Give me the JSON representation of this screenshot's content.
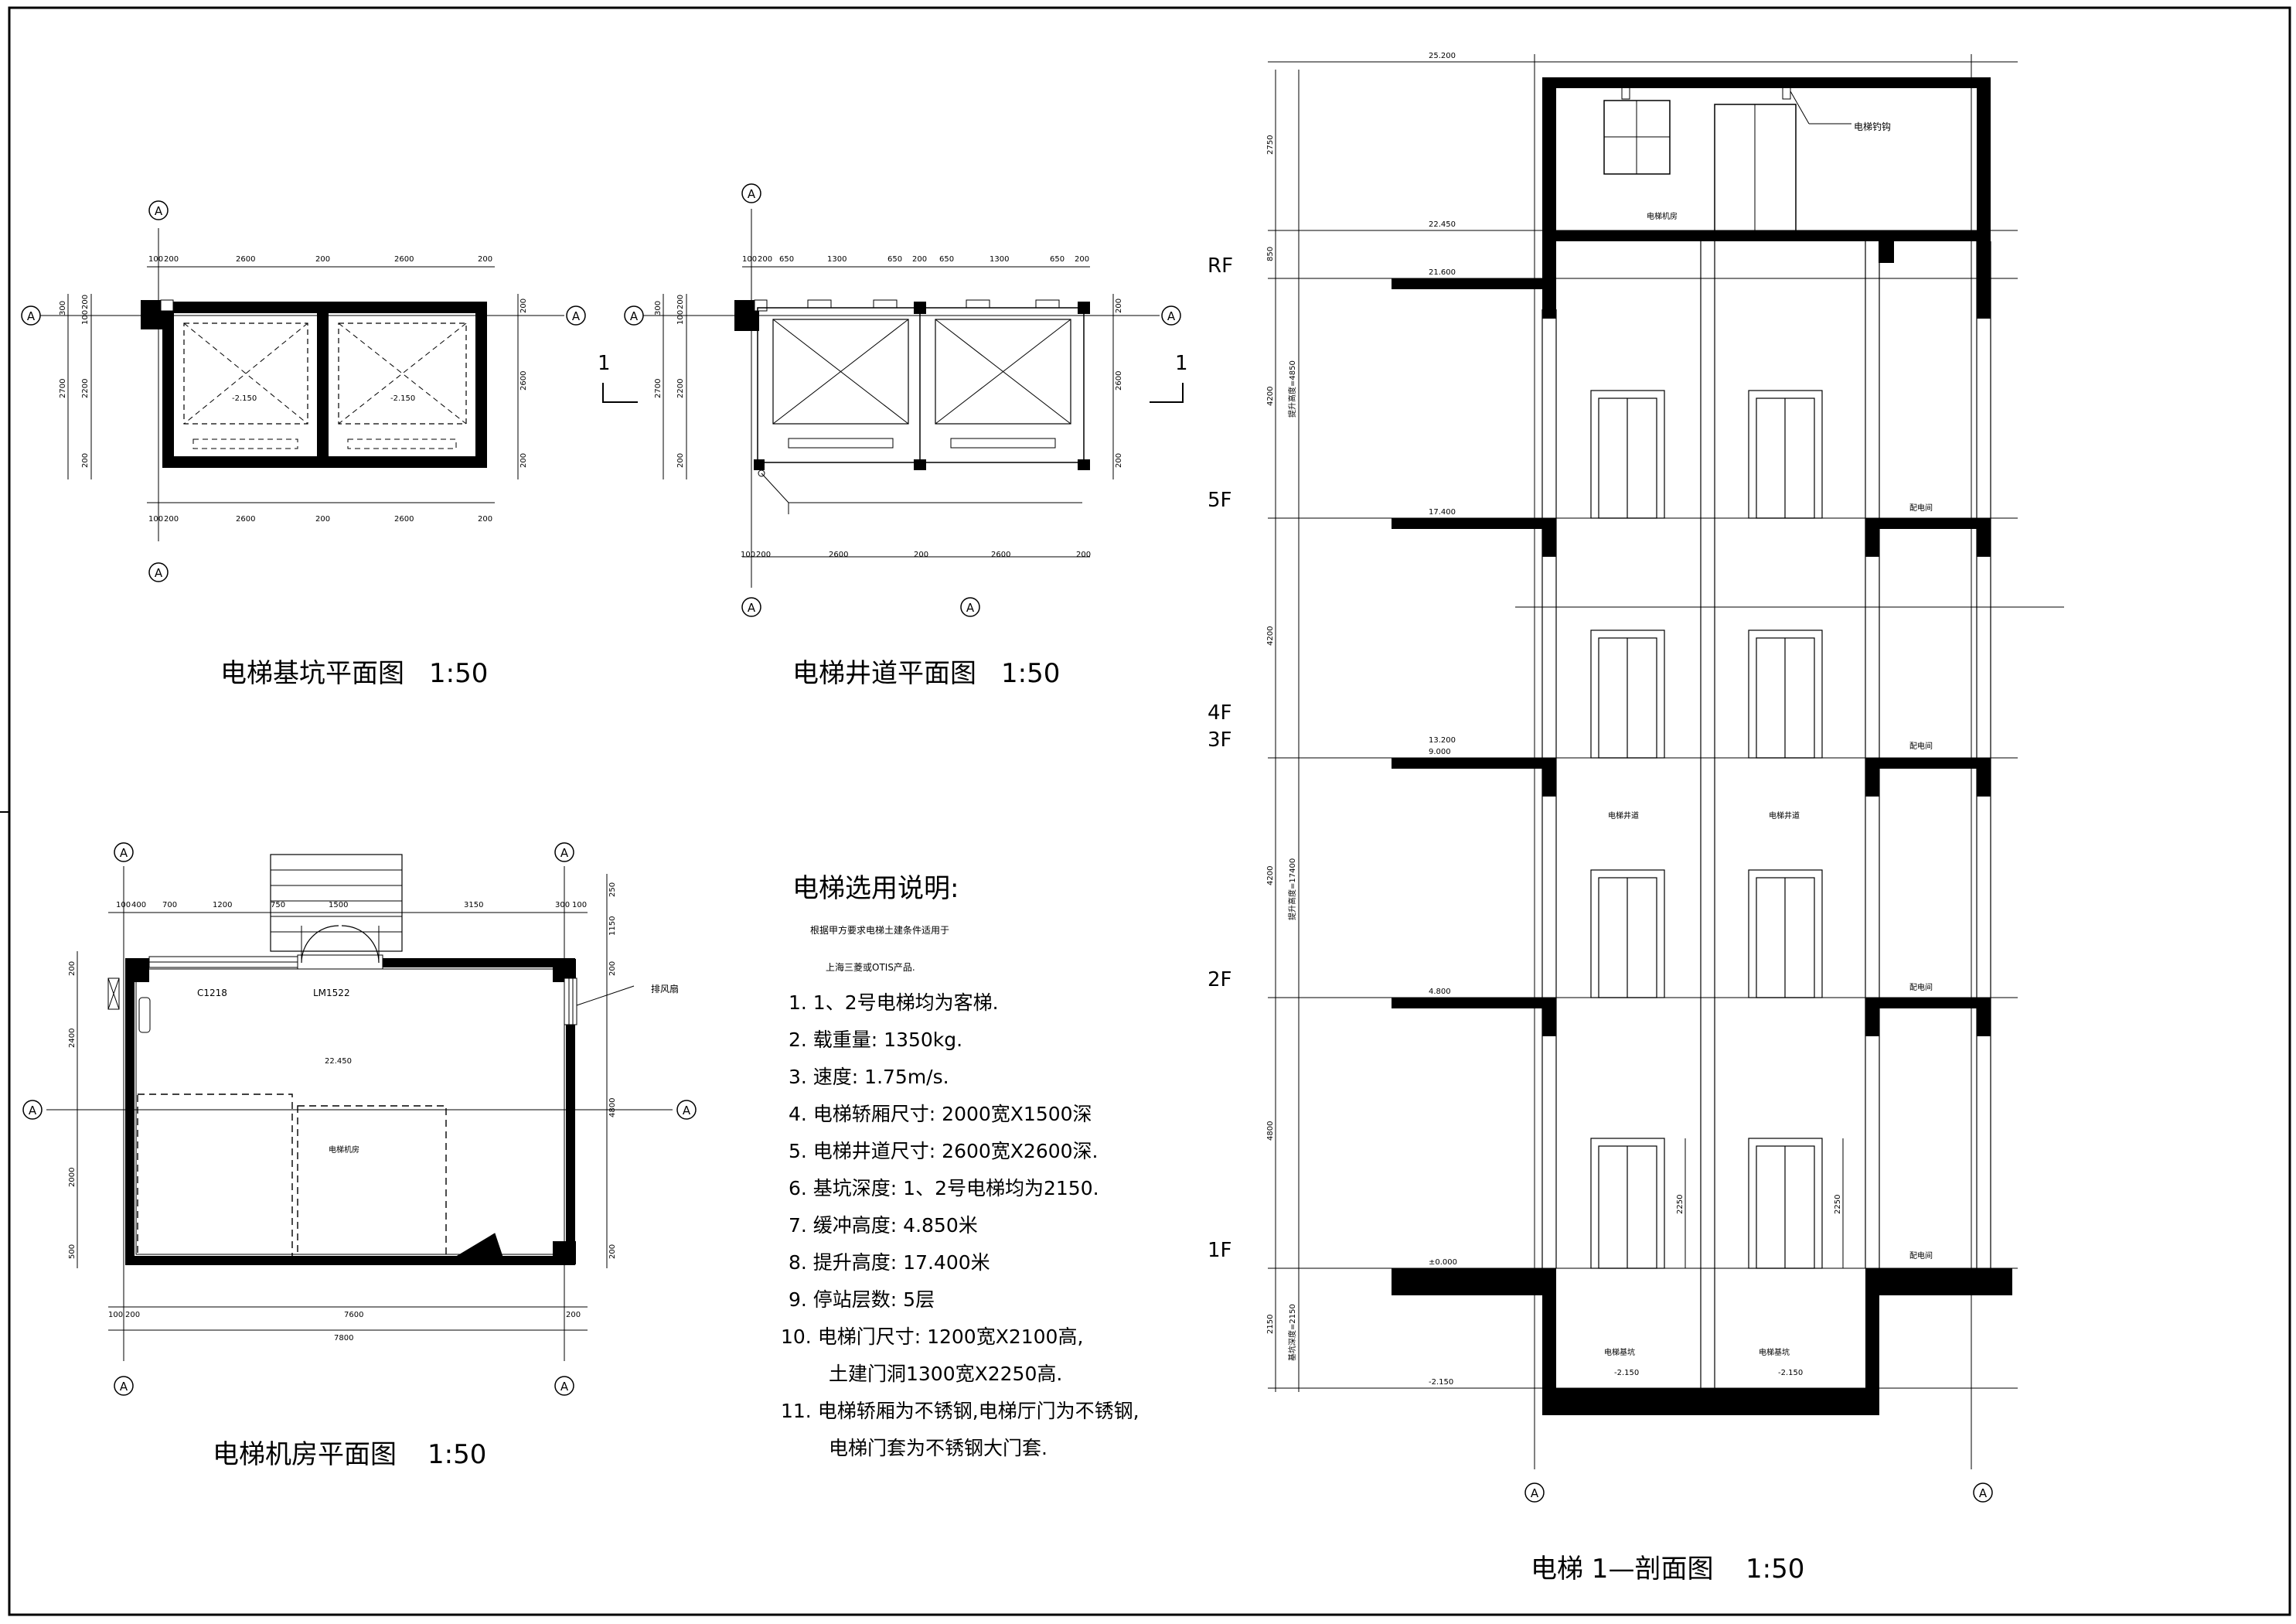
{
  "titles": {
    "pit": {
      "name": "电梯基坑平面图",
      "scale": "1:50"
    },
    "shaft": {
      "name": "电梯井道平面图",
      "scale": "1:50"
    },
    "machine": {
      "name": "电梯机房平面图",
      "scale": "1:50"
    },
    "section": {
      "name": "电梯 1—剖面图",
      "scale": "1:50"
    }
  },
  "axis_label": "A",
  "section_marker": "1",
  "notes": {
    "heading": "电梯选用说明:",
    "intro_1": "根据甲方要求电梯土建条件适用于",
    "intro_2": "上海三菱或OTIS产品.",
    "items": [
      "1. 1、2号电梯均为客梯.",
      "2. 载重量: 1350kg.",
      "3. 速度: 1.75m/s.",
      "4. 电梯轿厢尺寸: 2000宽X1500深",
      "5. 电梯井道尺寸: 2600宽X2600深.",
      "6. 基坑深度: 1、2号电梯均为2150.",
      "7. 缓冲高度: 4.850米",
      "8. 提升高度: 17.400米",
      "9. 停站层数: 5层",
      "10. 电梯门尺寸: 1200宽X2100高,",
      "土建门洞1300宽X2250高.",
      "11. 电梯轿厢为不锈钢,电梯厅门为不锈钢,",
      "电梯门套为不锈钢大门套."
    ]
  },
  "pit_plan": {
    "top_dims": [
      "100",
      "200",
      "2600",
      "200",
      "2600",
      "200"
    ],
    "bottom_dims": [
      "100",
      "200",
      "2600",
      "200",
      "2600",
      "200"
    ],
    "left_dims": [
      "300",
      "200",
      "100",
      "2700",
      "2200",
      "200"
    ],
    "right_dims": [
      "200",
      "2600",
      "200"
    ],
    "pit_level": "-2.150"
  },
  "shaft_plan": {
    "top_dims": [
      "100",
      "200",
      "650",
      "1300",
      "650",
      "200",
      "650",
      "1300",
      "650",
      "200"
    ],
    "bottom_dims": [
      "100",
      "200",
      "2600",
      "200",
      "2600",
      "200"
    ],
    "left_dims": [
      "300",
      "200",
      "100",
      "2700",
      "2200",
      "200"
    ],
    "right_dims": [
      "200",
      "2600",
      "200"
    ]
  },
  "machine_plan": {
    "top_dims": [
      "100",
      "400",
      "700",
      "1200",
      "750",
      "1500",
      "3150",
      "300",
      "100"
    ],
    "bottom_dims": [
      "100",
      "200",
      "7600",
      "200"
    ],
    "total": "7800",
    "left_dims": [
      "200",
      "2400",
      "2000",
      "500"
    ],
    "right_dims": [
      "250",
      "1150",
      "200",
      "4800",
      "200"
    ],
    "window_tag": "C1218",
    "door_tag": "LM1522",
    "fan_label": "排风扇",
    "level": "22.450",
    "room": "电梯机房"
  },
  "section": {
    "floors": [
      "RF",
      "5F",
      "4F",
      "3F",
      "2F",
      "1F"
    ],
    "levels": [
      "25.200",
      "22.450",
      "21.600",
      "17.400",
      "13.200",
      "9.000",
      "4.800",
      "±0.000",
      "-2.150"
    ],
    "left_dims": [
      "2750",
      "850",
      "4200",
      "4200",
      "4200",
      "4800",
      "2150"
    ],
    "overhead_label": "提升高度=4850",
    "travel_label": "提升高度=17400",
    "pit_label": "基坑深度=2150",
    "door_dims": [
      "2250",
      "2250"
    ],
    "hook_label": "电梯钓钩",
    "machine_room": "电梯机房",
    "shaft": "电梯井道",
    "pit": "电梯基坑",
    "electric_room": "配电间"
  }
}
